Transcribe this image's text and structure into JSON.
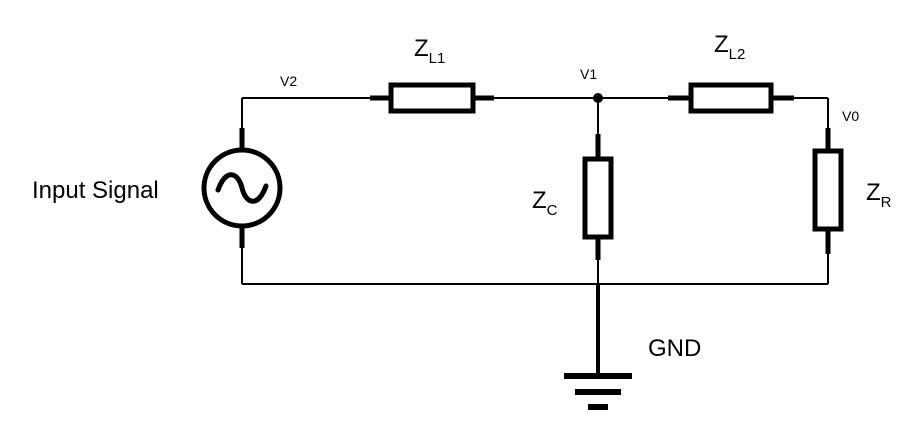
{
  "diagram": {
    "source": {
      "label": "Input Signal"
    },
    "impedances": {
      "zl1": {
        "main": "Z",
        "sub": "L1"
      },
      "zl2": {
        "main": "Z",
        "sub": "L2"
      },
      "zc": {
        "main": "Z",
        "sub": "C"
      },
      "zr": {
        "main": "Z",
        "sub": "R"
      }
    },
    "nodes": {
      "v2": "V2",
      "v1": "V1",
      "v0": "V0"
    },
    "ground": {
      "label": "GND"
    }
  }
}
